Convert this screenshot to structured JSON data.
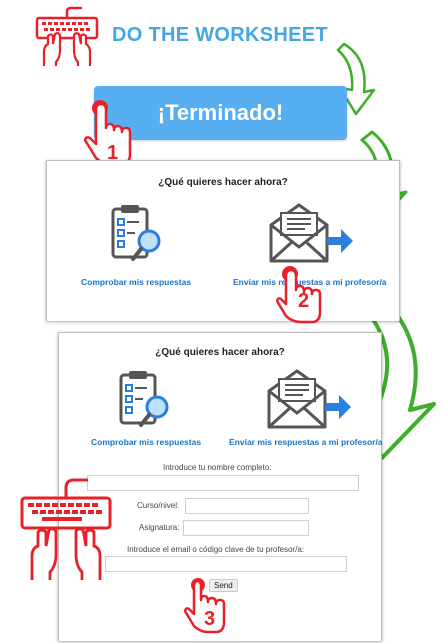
{
  "header": {
    "title": "DO THE WORKSHEET"
  },
  "finish_button": {
    "label": "¡Terminado!"
  },
  "panel1": {
    "question": "¿Qué quieres hacer ahora?",
    "check_link": "Comprobar mis respuestas",
    "send_link": "Enviar mis respuestas a mi profesor/a"
  },
  "panel2": {
    "question": "¿Qué quieres hacer ahora?",
    "check_link": "Comprobar mis respuestas",
    "send_link": "Enviar mis respuestas a mi profesor/a",
    "form": {
      "name_label": "Introduce tu nombre completo:",
      "name_value": "",
      "level_label": "Curso/nivel:",
      "level_value": "",
      "subject_label": "Asignatura:",
      "subject_value": "",
      "email_label": "Introduce el email o código clave de tu profesor/a:",
      "email_value": "",
      "send_label": "Send"
    }
  },
  "steps": [
    "1",
    "2",
    "3"
  ],
  "colors": {
    "accent_blue": "#57aef0",
    "title_blue": "#45a6e3",
    "link_blue": "#1a73c9",
    "pointer_red": "#e8202a",
    "arrow_green": "#3fae2a"
  },
  "icons": [
    "keyboard-hands-icon",
    "clipboard-magnifier-icon",
    "envelope-arrow-icon",
    "pointing-hand-icon",
    "green-arrow-icon"
  ]
}
